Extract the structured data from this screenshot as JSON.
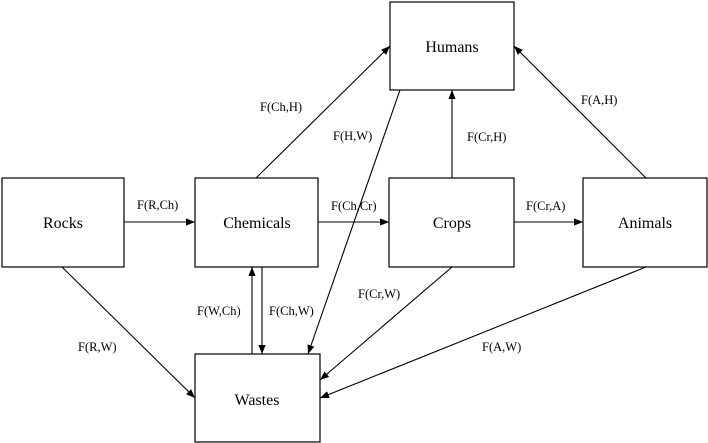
{
  "nodes": {
    "humans": "Humans",
    "rocks": "Rocks",
    "chemicals": "Chemicals",
    "crops": "Crops",
    "animals": "Animals",
    "wastes": "Wastes"
  },
  "edges": {
    "ch_h": "F(Ch,H)",
    "a_h": "F(A,H)",
    "h_w": "F(H,W)",
    "cr_h": "F(Cr,H)",
    "r_ch": "F(R,Ch)",
    "ch_cr": "F(Ch,Cr)",
    "cr_a": "F(Cr,A)",
    "w_ch": "F(W,Ch)",
    "ch_w": "F(Ch,W)",
    "cr_w": "F(Cr,W)",
    "r_w": "F(R,W)",
    "a_w": "F(A,W)"
  }
}
